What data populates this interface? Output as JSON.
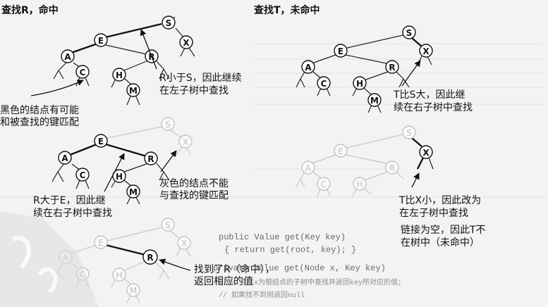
{
  "left_panel": {
    "title": "查找R，命中",
    "note1": "R小于S，因此继续",
    "note2": "在左子树中查找",
    "note3": "黑色的结点有可能",
    "note4": "和被查找的键匹配",
    "note5": "R大于E，因此继",
    "note6": "续在右子树中查找",
    "note7": "灰色的结点不能",
    "note8": "与查找的键匹配",
    "note9": "找到了R（命中），",
    "note10": "返回相应的值"
  },
  "right_panel": {
    "title": "查找T，未命中",
    "note1": "T比S大，因此继",
    "note2": "续在右子树中查找",
    "note3": "T比X小，因此改为",
    "note4": "在左子树中查找",
    "note5": "链接为空，因此T不",
    "note6": "在树中（未命中）"
  },
  "nodes": {
    "S": "S",
    "E": "E",
    "X": "X",
    "A": "A",
    "R": "R",
    "C": "C",
    "H": "H",
    "M": "M"
  },
  "code_fragments": {
    "line1": "public Value get(Key key)",
    "line2": "{ return get(root, key); }",
    "line3": "private Value get(Node x, Key key)",
    "line4": "{ // 在以x为根结点的子树中查找并返回key所对应的值；",
    "line5": "  // 如果找不到则返回null"
  }
}
